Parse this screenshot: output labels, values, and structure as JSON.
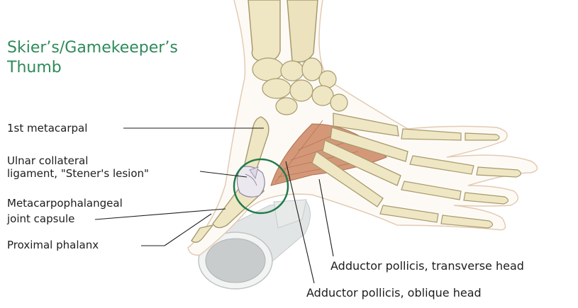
{
  "title": {
    "line1": "Skier’s/Gamekeeper’s",
    "line2": "Thumb"
  },
  "labels": {
    "first_metacarpal": "1st metacarpal",
    "ulnar_collateral_line1": "Ulnar collateral",
    "ulnar_collateral_line2": "ligament, \"Stener's lesion\"",
    "mcp_line1": "Metacarpophalangeal",
    "mcp_line2": "joint capsule",
    "proximal_phalanx": "Proximal phalanx",
    "adductor_transverse": "Adductor pollicis, transverse head",
    "adductor_oblique": "Adductor pollicis, oblique head"
  },
  "colors": {
    "title": "#2f8a5a",
    "highlight_circle": "#1f7a4c",
    "bone": "#efe6c4",
    "bone_outline": "#a79a6c",
    "muscle": "#cf8f73",
    "skin_outline": "#e6cdb6",
    "pole": "#d9dcdc"
  }
}
